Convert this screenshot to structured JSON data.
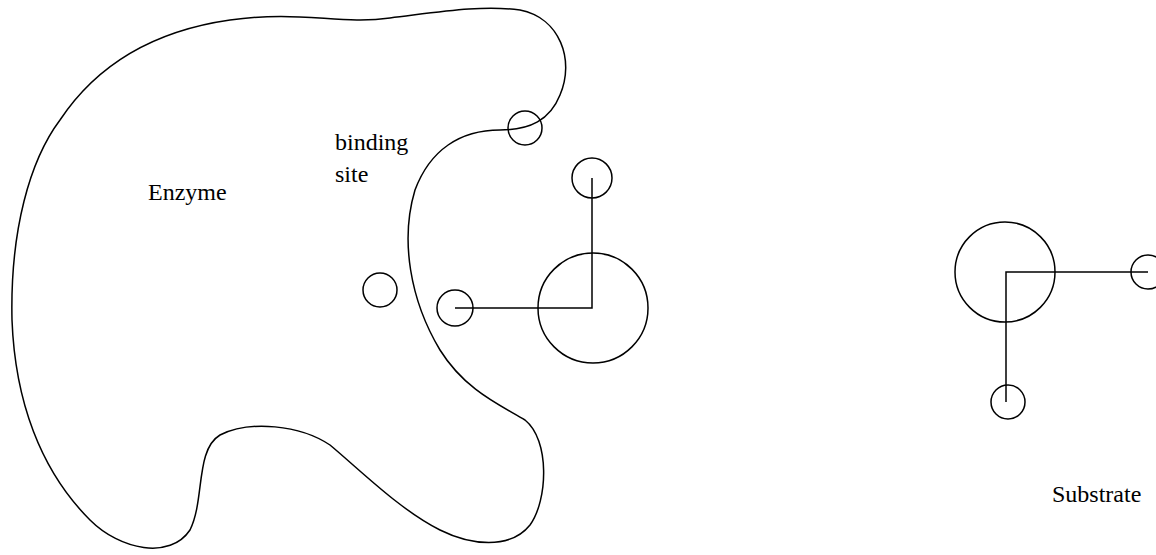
{
  "diagram": {
    "nodes": [
      {
        "text": [
          "Enzyme",
          "binding site"
        ]
      }
    ],
    "labels": [
      "Substrate"
    ]
  }
}
